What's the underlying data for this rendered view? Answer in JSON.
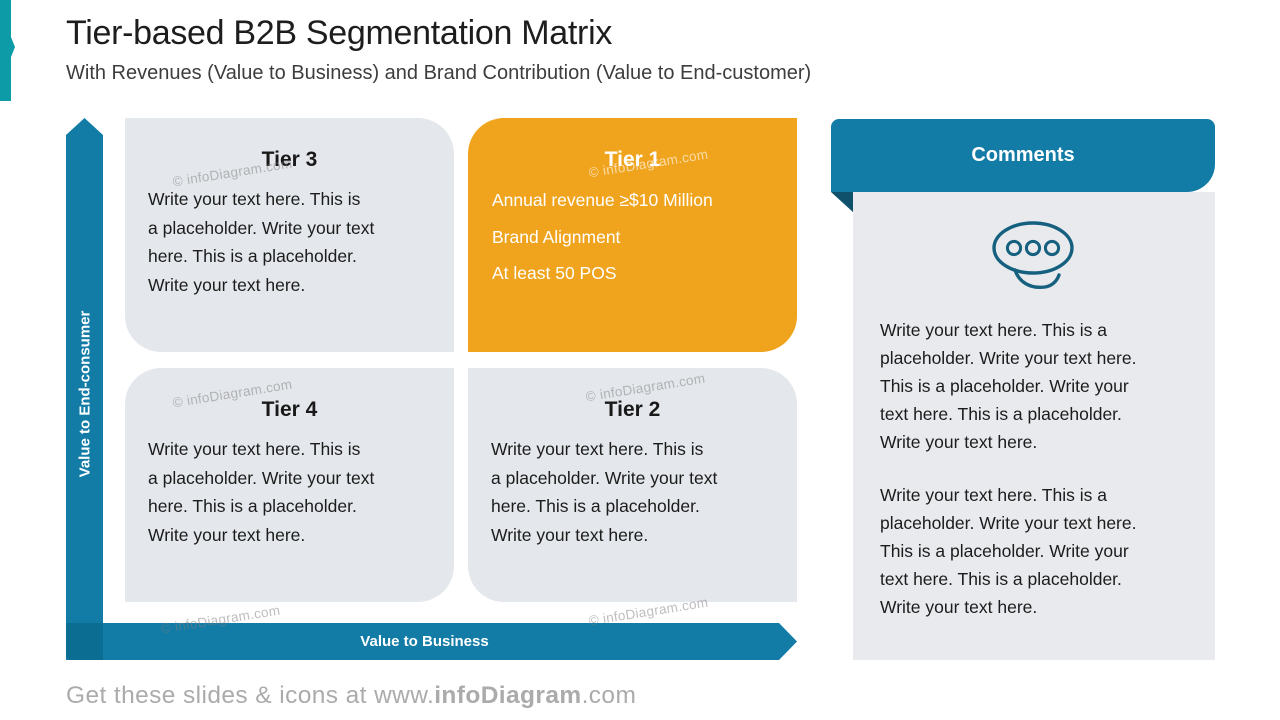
{
  "slide": {
    "title": "Tier-based B2B Segmentation Matrix",
    "subtitle": "With Revenues (Value to Business) and Brand Contribution (Value to End-customer)"
  },
  "matrix": {
    "y_axis": {
      "label": "Value to End-consumer"
    },
    "x_axis": {
      "label": "Value to Business"
    },
    "quadrants": [
      {
        "title": "Tier 3",
        "position": "top-left",
        "variant": "gray",
        "body": "Write your text here. This is\na placeholder. Write your text\nhere. This is a placeholder.\nWrite your text here."
      },
      {
        "title": "Tier 1",
        "position": "top-right",
        "variant": "orange",
        "lines": [
          "Annual revenue ≥$10 Million",
          "Brand Alignment",
          "At least 50 POS"
        ]
      },
      {
        "title": "Tier 4",
        "position": "bottom-left",
        "variant": "gray",
        "body": "Write your text here. This is\na placeholder. Write your text\nhere. This is a placeholder.\nWrite your text here."
      },
      {
        "title": "Tier 2",
        "position": "bottom-right",
        "variant": "gray",
        "body": "Write your text here. This is\na placeholder. Write your text\nhere. This is a placeholder.\nWrite your text here."
      }
    ]
  },
  "comments": {
    "header": "Comments",
    "icon": "speech-bubble-icon",
    "paragraphs": [
      "Write your text here. This is a\nplaceholder. Write your text here.\nThis is a placeholder. Write your\ntext here. This is a placeholder.\nWrite your text here.",
      "Write your text here. This is a\nplaceholder. Write your text here.\nThis is a placeholder. Write your\ntext here. This is a placeholder.\nWrite your text here."
    ]
  },
  "watermark": {
    "text": "© infoDiagram.com"
  },
  "footer": {
    "prefix": "Get these slides & icons at www.",
    "brand": "infoDiagram",
    "suffix": ".com"
  },
  "colors": {
    "accent_teal": "#0E9BA8",
    "axis_blue": "#127CA7",
    "axis_junction": "#0C6D92",
    "tier1_orange": "#F0A41D",
    "box_gray": "#E4E7EB",
    "panel_gray": "#E8EAED",
    "fold_dark": "#0F506B",
    "icon_stroke": "#15607F",
    "footer_gray": "#ABABAB"
  }
}
